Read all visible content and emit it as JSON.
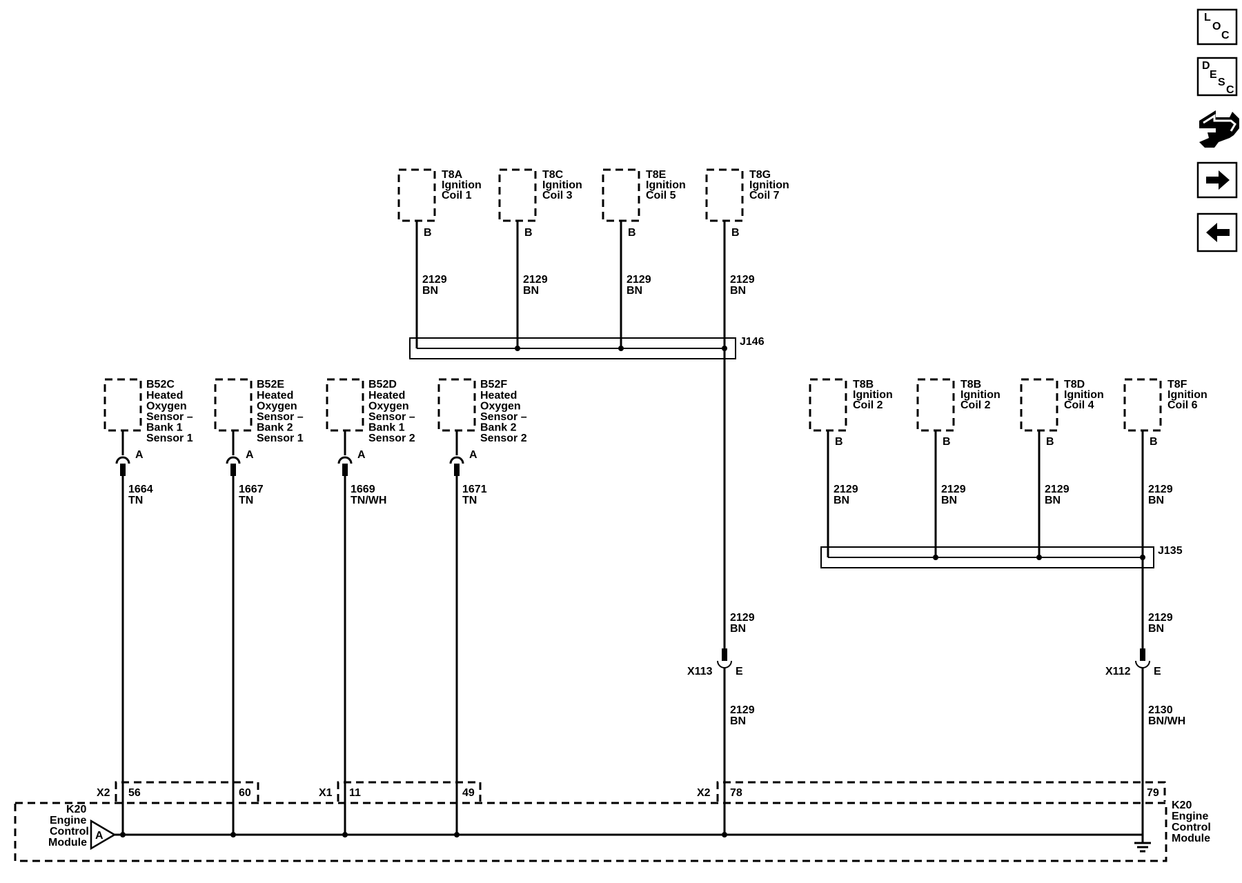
{
  "nav": {
    "loc": [
      "L",
      "O",
      "C"
    ],
    "desc": [
      "D",
      "E",
      "S",
      "C"
    ]
  },
  "top_coils": [
    {
      "id": "T8A",
      "name1": "Ignition",
      "name2": "Coil 1",
      "pin": "B",
      "circuit": "2129",
      "color": "BN"
    },
    {
      "id": "T8C",
      "name1": "Ignition",
      "name2": "Coil 3",
      "pin": "B",
      "circuit": "2129",
      "color": "BN"
    },
    {
      "id": "T8E",
      "name1": "Ignition",
      "name2": "Coil 5",
      "pin": "B",
      "circuit": "2129",
      "color": "BN"
    },
    {
      "id": "T8G",
      "name1": "Ignition",
      "name2": "Coil 7",
      "pin": "B",
      "circuit": "2129",
      "color": "BN"
    }
  ],
  "right_coils": [
    {
      "id": "T8B",
      "name1": "Ignition",
      "name2": "Coil 2",
      "pin": "B",
      "circuit": "2129",
      "color": "BN"
    },
    {
      "id": "T8B",
      "name1": "Ignition",
      "name2": "Coil 2",
      "pin": "B",
      "circuit": "2129",
      "color": "BN"
    },
    {
      "id": "T8D",
      "name1": "Ignition",
      "name2": "Coil 4",
      "pin": "B",
      "circuit": "2129",
      "color": "BN"
    },
    {
      "id": "T8F",
      "name1": "Ignition",
      "name2": "Coil 6",
      "pin": "B",
      "circuit": "2129",
      "color": "BN"
    }
  ],
  "sensors": [
    {
      "id": "B52C",
      "lines": [
        "Heated",
        "Oxygen",
        "Sensor –",
        "Bank 1",
        "Sensor 1"
      ],
      "pin": "A",
      "circuit": "1664",
      "color": "TN"
    },
    {
      "id": "B52E",
      "lines": [
        "Heated",
        "Oxygen",
        "Sensor –",
        "Bank 2",
        "Sensor 1"
      ],
      "pin": "A",
      "circuit": "1667",
      "color": "TN"
    },
    {
      "id": "B52D",
      "lines": [
        "Heated",
        "Oxygen",
        "Sensor –",
        "Bank 1",
        "Sensor 2"
      ],
      "pin": "A",
      "circuit": "1669",
      "color": "TN/WH"
    },
    {
      "id": "B52F",
      "lines": [
        "Heated",
        "Oxygen",
        "Sensor –",
        "Bank 2",
        "Sensor 2"
      ],
      "pin": "A",
      "circuit": "1671",
      "color": "TN"
    }
  ],
  "splices": {
    "left": "J146",
    "right": "J135"
  },
  "left_trunk": {
    "upper_circuit": "2129",
    "upper_color": "BN",
    "connector": "X113",
    "conn_pin": "E",
    "lower_circuit": "2129",
    "lower_color": "BN"
  },
  "right_trunk": {
    "upper_circuit": "2129",
    "upper_color": "BN",
    "connector": "X112",
    "conn_pin": "E",
    "lower_circuit": "2130",
    "lower_color": "BN/WH"
  },
  "ecm_connectors": [
    {
      "name": "X2",
      "pins": [
        "56",
        "60"
      ]
    },
    {
      "name": "X1",
      "pins": [
        "11",
        "49"
      ]
    },
    {
      "name": "X2",
      "pins": [
        "78",
        "79"
      ]
    }
  ],
  "ecm": {
    "id": "K20",
    "lines": [
      "Engine",
      "Control",
      "Module"
    ],
    "ref": "A"
  }
}
